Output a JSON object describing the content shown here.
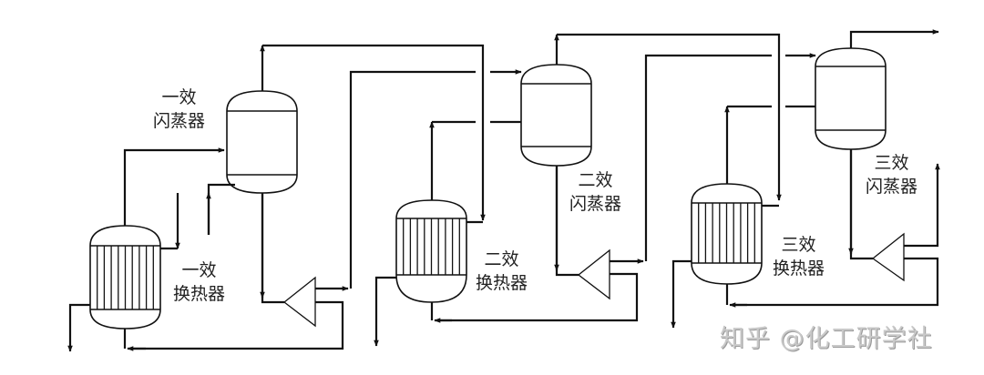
{
  "diagram": {
    "type": "process-flow",
    "title": "三效闪蒸-换热流程",
    "effects": [
      {
        "id": "effect-1",
        "flash_drum": {
          "label_line1": "一效",
          "label_line2": "闪蒸器"
        },
        "heat_exchanger": {
          "label_line1": "一效",
          "label_line2": "换热器"
        }
      },
      {
        "id": "effect-2",
        "flash_drum": {
          "label_line1": "二效",
          "label_line2": "闪蒸器"
        },
        "heat_exchanger": {
          "label_line1": "二效",
          "label_line2": "换热器"
        }
      },
      {
        "id": "effect-3",
        "flash_drum": {
          "label_line1": "三效",
          "label_line2": "闪蒸器"
        },
        "heat_exchanger": {
          "label_line1": "三效",
          "label_line2": "换热器"
        }
      }
    ],
    "equipment_icons": [
      "flash-drum-icon",
      "shell-tube-heat-exchanger-icon",
      "compressor-icon"
    ],
    "line_color": "#111111",
    "watermark": "知乎 @化工研学社"
  }
}
